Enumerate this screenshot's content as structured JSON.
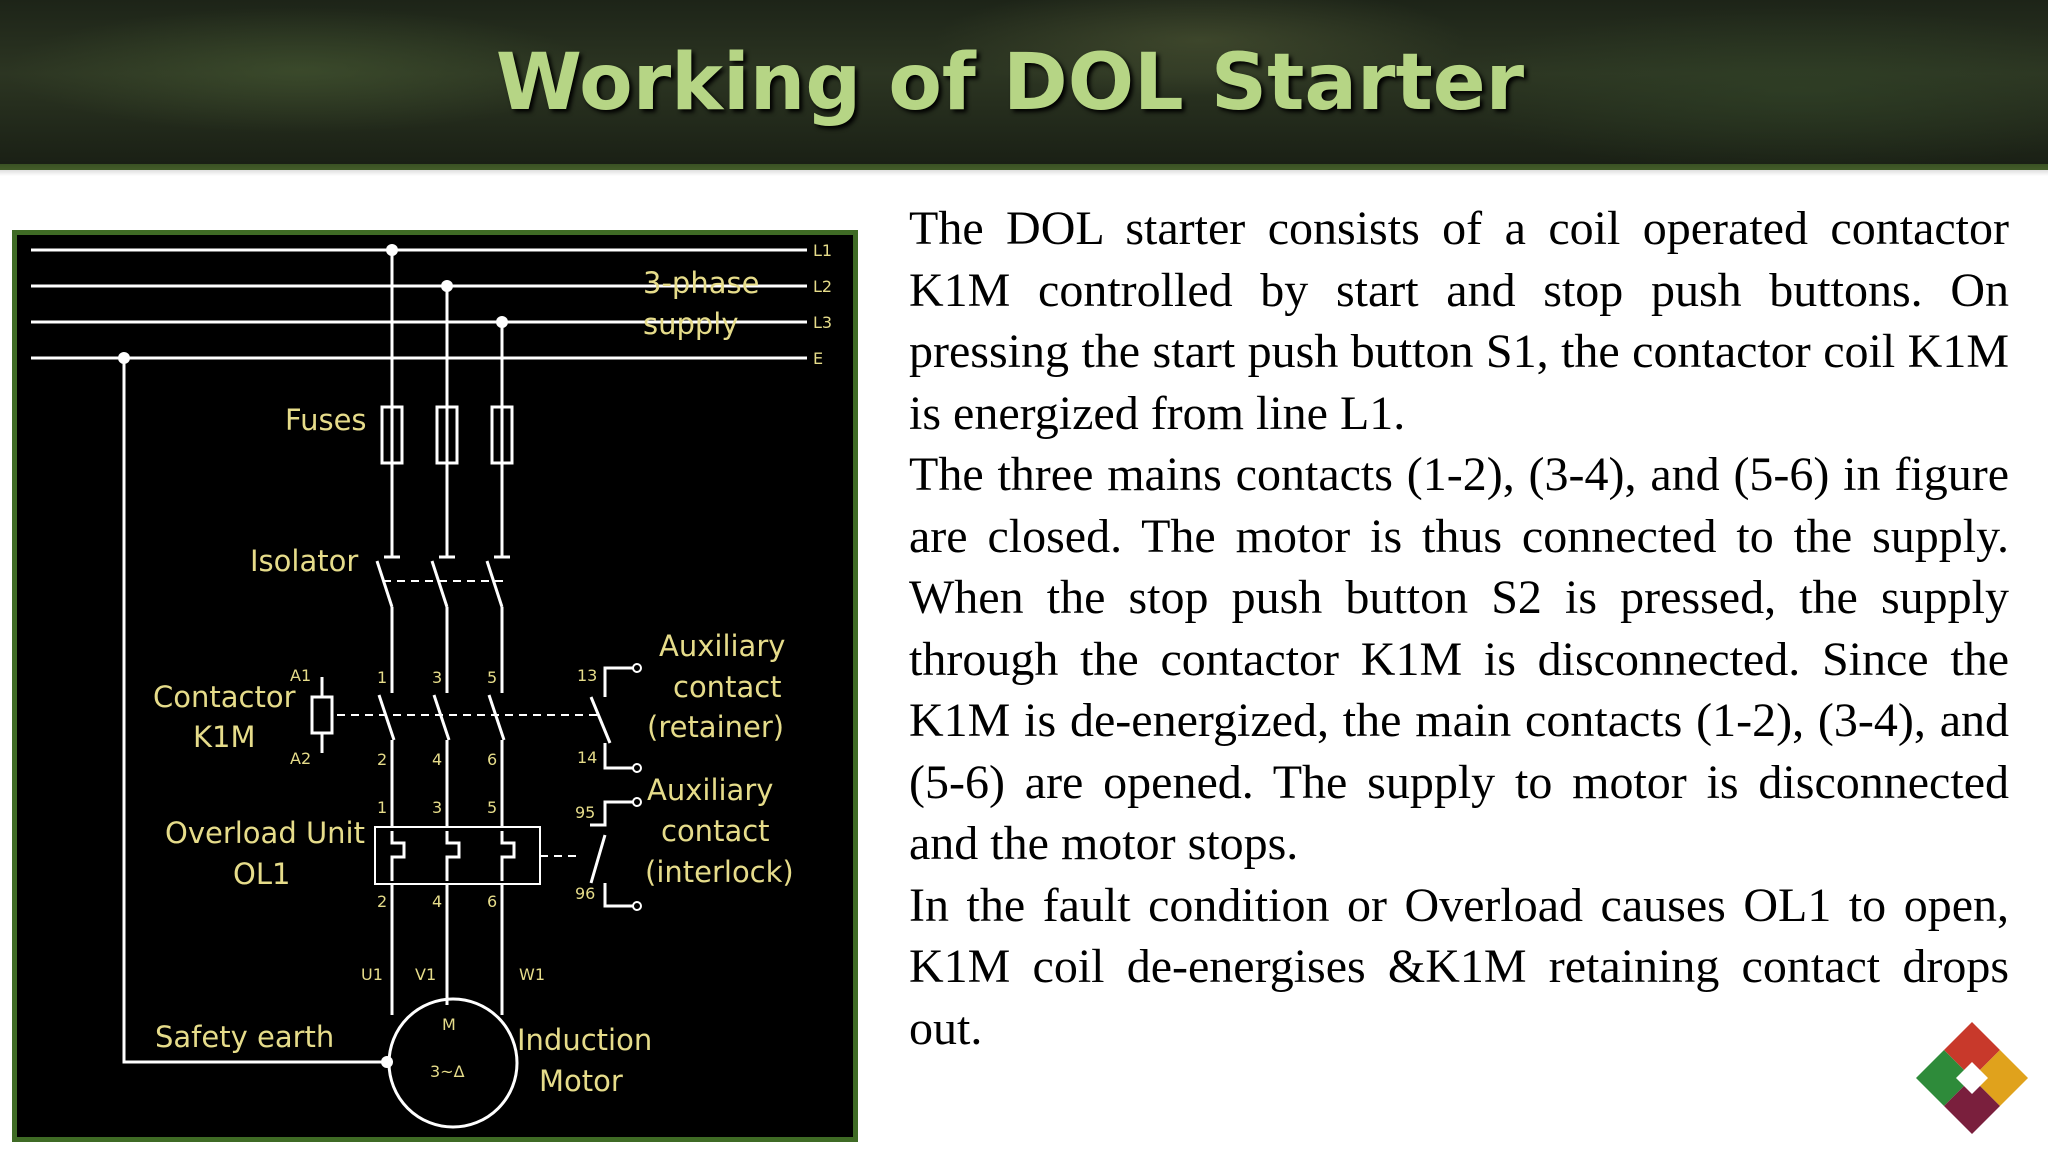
{
  "title": "Working of DOL Starter",
  "diagram": {
    "lines": [
      "L1",
      "L2",
      "L3",
      "E"
    ],
    "supply_label": [
      "3-phase",
      "supply"
    ],
    "fuses": "Fuses",
    "isolator": "Isolator",
    "contactor": [
      "Contactor",
      "K1M"
    ],
    "overload": [
      "Overload Unit",
      "OL1"
    ],
    "safety_earth": "Safety earth",
    "motor_label": [
      "Induction",
      "Motor"
    ],
    "aux_retainer": [
      "Auxiliary",
      "contact",
      "(retainer)"
    ],
    "aux_interlock": [
      "Auxiliary",
      "contact",
      "(interlock)"
    ],
    "coil_terminals": [
      "A1",
      "A2"
    ],
    "contact_top": [
      "1",
      "3",
      "5"
    ],
    "contact_bottom": [
      "2",
      "4",
      "6"
    ],
    "overload_top": [
      "1",
      "3",
      "5"
    ],
    "overload_bottom": [
      "2",
      "4",
      "6"
    ],
    "retainer_terminals": [
      "13",
      "14"
    ],
    "interlock_terminals": [
      "95",
      "96"
    ],
    "motor_terminals": [
      "U1",
      "V1",
      "W1"
    ],
    "motor_symbol": [
      "M",
      "3~Δ"
    ]
  },
  "paragraphs": [
    "The DOL starter consists of a coil operated contactor K1M controlled by start and stop push buttons. On pressing the start push button S1, the contactor coil K1M is energized from line L1.",
    "The three mains contacts (1-2), (3-4), and (5-6) in figure are  closed. The motor is thus connected to the supply. When the stop push button S2 is pressed, the supply through the contactor K1M is disconnected. Since the K1M is de-energized, the main contacts (1-2), (3-4), and (5-6) are opened. The supply to motor is disconnected and the motor stops.",
    "In the fault condition or Overload causes OL1 to open, K1M coil de-energises &K1M retaining contact drops out."
  ],
  "colors": {
    "title": "#b6d585",
    "diagram_labels": "#e6dc8a",
    "diagram_border": "#3f6b25",
    "logo": [
      "#c8392b",
      "#e0a21c",
      "#2e8b3a",
      "#7a1f3d"
    ]
  }
}
